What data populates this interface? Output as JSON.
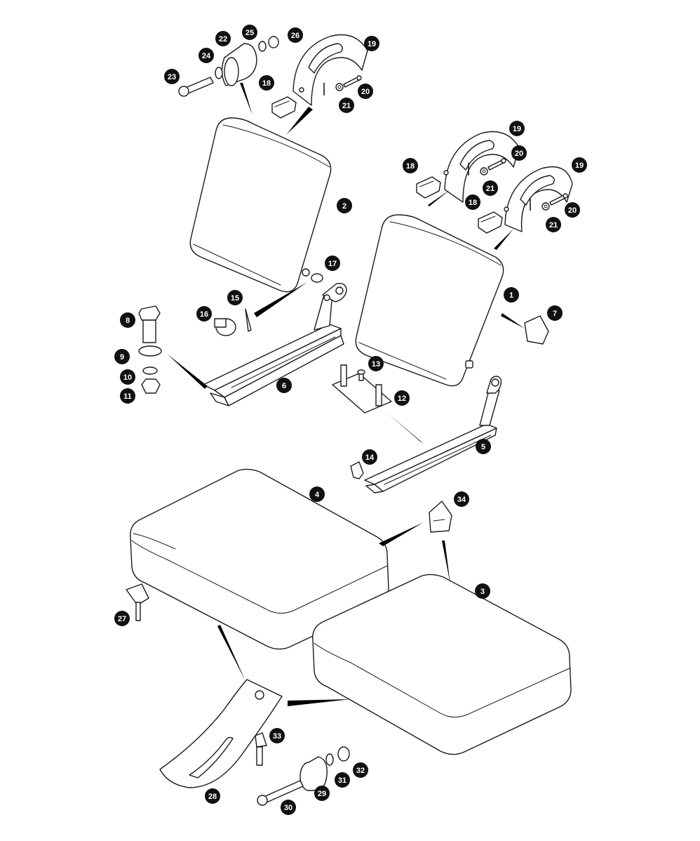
{
  "callouts": [
    "1",
    "2",
    "3",
    "4",
    "5",
    "6",
    "7",
    "8",
    "9",
    "10",
    "11",
    "12",
    "13",
    "14",
    "15",
    "16",
    "17",
    "18",
    "19",
    "20",
    "21",
    "22",
    "23",
    "24",
    "25",
    "26",
    "27",
    "28",
    "29",
    "30",
    "31",
    "32",
    "33",
    "34"
  ],
  "colors": {
    "line": "#1a1a1a",
    "badge": "#111111",
    "badge_text": "#ffffff",
    "background": "#ffffff"
  }
}
